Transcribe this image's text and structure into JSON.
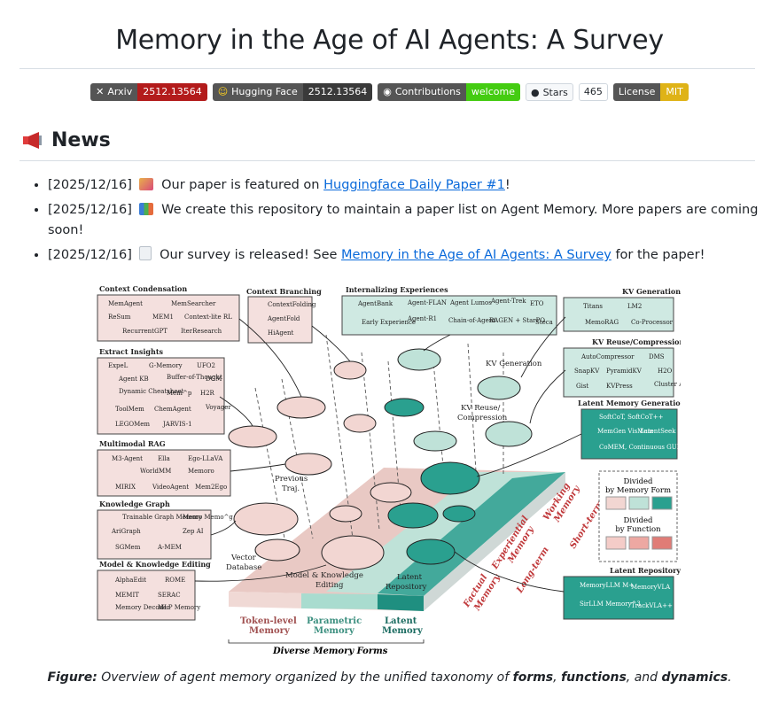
{
  "page": {
    "title": "Memory in the Age of AI Agents: A Survey"
  },
  "badges": {
    "arxiv": {
      "label": "Arxiv",
      "value": "2512.13564"
    },
    "hf": {
      "label": "Hugging Face",
      "value": "2512.13564"
    },
    "contrib": {
      "label": "Contributions",
      "value": "welcome"
    },
    "stars": {
      "label": "Stars",
      "value": "465"
    },
    "license": {
      "label": "License",
      "value": "MIT"
    }
  },
  "news": {
    "heading": "News",
    "items": [
      {
        "date": "[2025/12/16]",
        "pre": "Our paper is featured on",
        "link": "Huggingface Daily Paper #1",
        "post": "!"
      },
      {
        "date": "[2025/12/16]",
        "pre": "We create this repository to maintain a paper list on Agent Memory. More papers are coming soon!",
        "link": "",
        "post": ""
      },
      {
        "date": "[2025/12/16]",
        "pre": "Our survey is released! See",
        "link": "Memory in the Age of AI Agents: A Survey",
        "post": "for the paper!"
      }
    ]
  },
  "figure": {
    "panels": {
      "context_condensation": "Context Condensation",
      "context_branching": "Context Branching",
      "internalizing": "Internalizing Experiences",
      "kv_generation": "KV Generation",
      "extract_insights": "Extract Insights",
      "kv_reuse": "KV Reuse/Compression",
      "latent_memory_generation": "Latent Memory Generation",
      "multimodal_rag": "Multimodal RAG",
      "knowledge_graph": "Knowledge Graph",
      "model_editing": "Model & Knowledge Editing",
      "latent_repository": "Latent Repository"
    },
    "items": {
      "cc1": "MemAgent",
      "cc2": "MemSearcher",
      "cc3": "ReSum",
      "cc4": "MEM1",
      "cc5": "Context-lite RL",
      "cc6": "RecurrentGPT",
      "cc7": "IterResearch",
      "cb1": "ContextFolding",
      "cb2": "AgentFold",
      "cb3": "HiAgent",
      "ie1": "AgentBank",
      "ie2": "Agent-FLAN",
      "ie3": "Agent Lumos",
      "ie4": "Agent-Trek",
      "ie5": "ETO",
      "ie6": "Early Experience",
      "ie7": "Agent-R1",
      "ie8": "Chain-of-Agent",
      "ie9": "RAGEN + StarPO",
      "ie10": "Steca",
      "kg1": "Titans",
      "kg2": "LM2",
      "kg3": "MemoRAG",
      "kg4": "Co-Processor",
      "ei1": "ExpeL",
      "ei2": "G-Memory",
      "ei3": "UFO2",
      "ei4": "Agent KB",
      "ei5": "Buffer-of-Thought",
      "ei6": "DGM",
      "ei7": "Dynamic Cheatsheet",
      "ei8": "Mem^p",
      "ei9": "H2R",
      "ei10": "ToolMem",
      "ei11": "ChemAgent",
      "ei12": "Voyager",
      "ei13": "LEGOMem",
      "ei14": "JARVIS-1",
      "kv1": "AutoCompressor",
      "kv2": "DMS",
      "kv3": "SnapKV",
      "kv4": "PyramidKV",
      "kv5": "H2O",
      "kv6": "Gist",
      "kv7": "KVPress",
      "kv8": "Cluster Attn",
      "lm1": "SoftCoT, SoftCoT++",
      "lm2": "MemGen VisMem",
      "lm3": "LatentSeek",
      "lm4": "CoMEM, Continuous GUI Memory",
      "mr1": "M3-Agent",
      "mr2": "Ella",
      "mr3": "Ego-LLaVA",
      "mr4": "WorldMM",
      "mr5": "Memoro",
      "mr6": "MIRIX",
      "mr7": "VideoAgent",
      "mr8": "Mem2Ego",
      "kgr1": "Trainable Graph Memory",
      "kgr2": "Memo Memo^g",
      "kgr3": "AriGraph",
      "kgr4": "Zep AI",
      "kgr5": "SGMem",
      "kgr6": "A-MEM",
      "me1": "AlphaEdit",
      "me2": "ROME",
      "me3": "MEMIT",
      "me4": "SERAC",
      "me5": "Memory Decoder",
      "me6": "MLP Memory",
      "lr1": "MemoryLLM M+",
      "lr2": "MemoryVLA",
      "lr3": "SirLLM Memory^3",
      "lr4": "TrackVLA++"
    },
    "labels": {
      "kv_gen": "KV Generation",
      "kv_reuse_a": "KV Reuse/",
      "kv_reuse_b": "Compression",
      "prev_a": "Previous",
      "prev_b": "Traj.",
      "vec_a": "Vector",
      "vec_b": "Database",
      "mke_a": "Model & Knowledge",
      "mke_b": "Editing",
      "lat_a": "Latent",
      "lat_b": "Repository",
      "token_a": "Token-level",
      "token_b": "Memory",
      "param_a": "Parametric",
      "param_b": "Memory",
      "latent_a": "Latent",
      "latent_b": "Memory",
      "diverse": "Diverse Memory Forms",
      "factual": "Factual",
      "factual_b": "Memory",
      "experiential": "Experiential",
      "experiential_b": "Memory",
      "working": "Working",
      "working_b": "Memory",
      "longterm": "Long-term",
      "shortterm": "Short-term",
      "div_form_a": "Divided",
      "div_form_b": "by Memory Form",
      "div_func_a": "Divided",
      "div_func_b": "by Function"
    },
    "colors": {
      "token": "#f2d6d2",
      "param": "#a9dccf",
      "latent": "#1f9a8a",
      "pink": "#eec8c8",
      "teal": "#2aa08f"
    }
  },
  "caption": {
    "lead": "Figure:",
    "text": "Overview of agent memory organized by the unified taxonomy of",
    "w1": "forms",
    "sep1": ",",
    "w2": "functions",
    "sep2": ", and",
    "w3": "dynamics",
    "end": "."
  }
}
